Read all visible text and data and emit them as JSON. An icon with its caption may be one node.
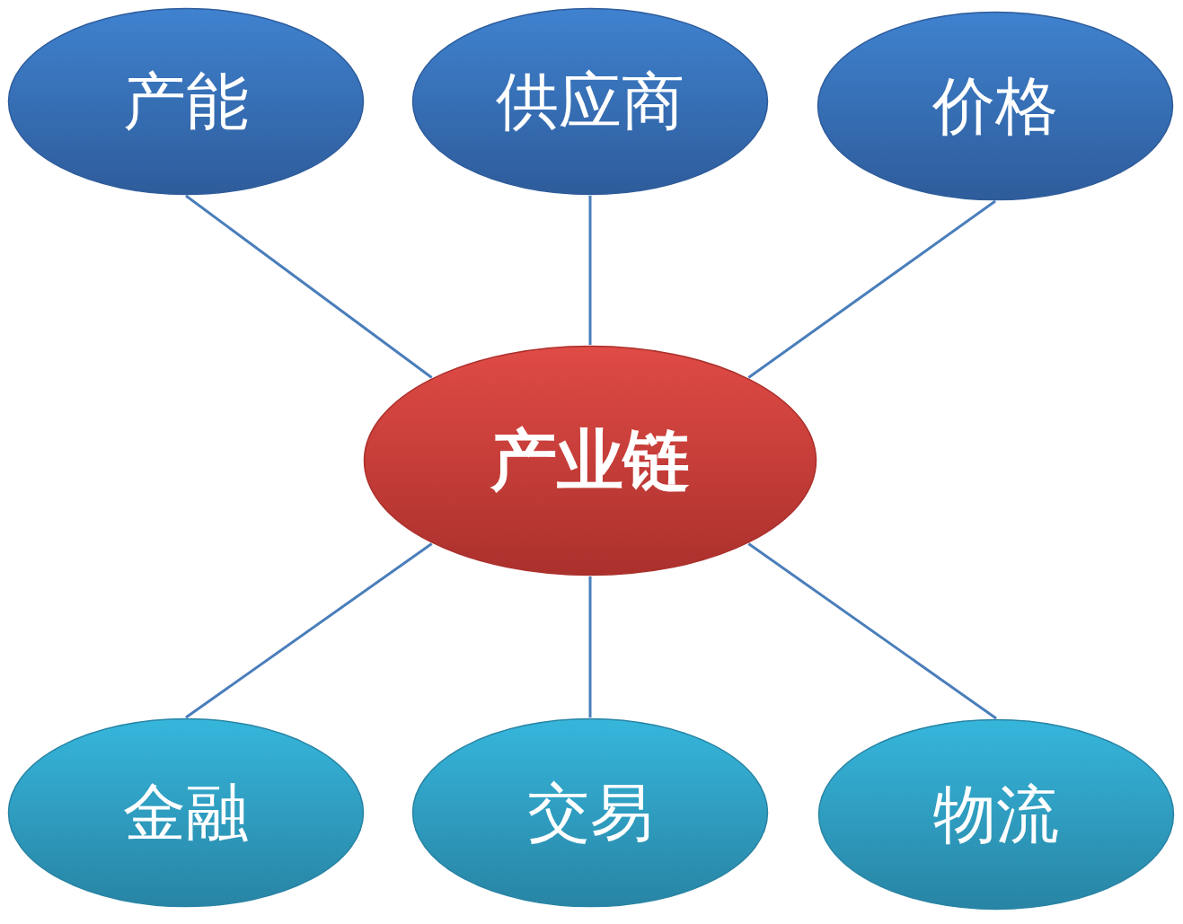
{
  "diagram": {
    "nodes": [
      {
        "text": [
          "产能"
        ]
      },
      {
        "text": [
          "供应商"
        ]
      },
      {
        "text": [
          "价格"
        ]
      },
      {
        "text": [
          "产业链"
        ]
      },
      {
        "text": [
          "金融"
        ]
      },
      {
        "text": [
          "交易"
        ]
      },
      {
        "text": [
          "物流"
        ]
      }
    ],
    "edges": [
      {
        "from": 3,
        "to": 0,
        "arrow": "none"
      },
      {
        "from": 3,
        "to": 1,
        "arrow": "none"
      },
      {
        "from": 3,
        "to": 2,
        "arrow": "none"
      },
      {
        "from": 3,
        "to": 4,
        "arrow": "none"
      },
      {
        "from": 3,
        "to": 5,
        "arrow": "none"
      },
      {
        "from": 3,
        "to": 6,
        "arrow": "none"
      }
    ]
  }
}
